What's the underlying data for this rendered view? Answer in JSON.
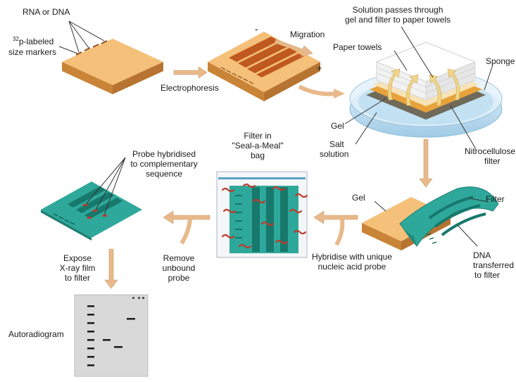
{
  "labels": {
    "rna_or_dna": "RNA or DNA",
    "size_markers_sup": "32",
    "size_markers_a": "p-labeled",
    "size_markers_b": "size markers",
    "minus": "-",
    "migration": "Migration",
    "plus": "+",
    "electrophoresis": "Electrophoresis",
    "solution_passes_a": "Solution passes through",
    "solution_passes_b": "gel and filter to paper towels",
    "paper_towels": "Paper towels",
    "sponge": "Sponge",
    "gel_top": "Gel",
    "salt_a": "Salt",
    "salt_b": "solution",
    "nitro_a": "Nitrocellulose",
    "nitro_b": "filter",
    "filter_in_a": "Filter in",
    "filter_in_b": "\"Seal-a-Meal\"",
    "filter_in_c": "bag",
    "probe_a": "Probe hybridised",
    "probe_b": "to complementary",
    "probe_c": "sequence",
    "gel_bottom": "Gel",
    "filter": "Filter",
    "dna_a": "DNA",
    "dna_b": "transferred",
    "dna_c": "to filter",
    "remove_a": "Remove",
    "remove_b": "unbound",
    "remove_c": "probe",
    "hybridise_a": "Hybridise with unique",
    "hybridise_b": "nucleic acid probe",
    "expose_a": "Expose",
    "expose_b": "X-ray film",
    "expose_c": "to filter",
    "autoradiogram": "Autoradiogram"
  },
  "colors": {
    "gel_top": "#f4c07a",
    "gel_side": "#d28a3e",
    "band": "#c0591f",
    "filter_teal": "#2ea89a",
    "filter_dark": "#17786c",
    "arrow": "#e8b98a",
    "dish": "#cfe6f4",
    "film": "#d9d9d9"
  }
}
